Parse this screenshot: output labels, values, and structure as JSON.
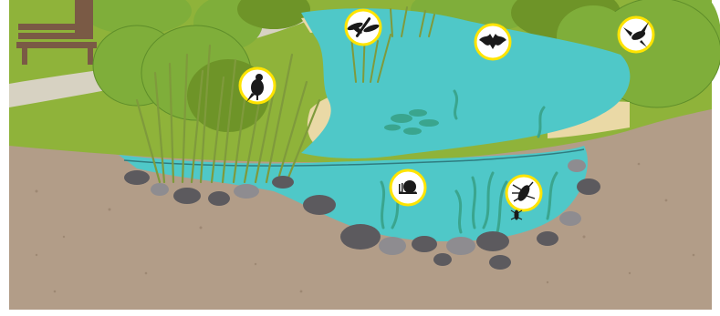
{
  "scene": {
    "colors": {
      "grass": "#8fb33a",
      "grass_dark": "#6e9428",
      "path": "#d7d2c2",
      "tree": "#7fae3a",
      "tree_dark": "#5f8e2a",
      "bench": "#7a5a45",
      "sand": "#ead9a6",
      "water": "#4fc8c8",
      "water_deep": "#3fb6b8",
      "soil": "#b29d88",
      "soil_dark": "#9d8873",
      "rock": "#5c5a5e",
      "rock_light": "#8e8c90",
      "reed": "#7f9a3c",
      "weed": "#3aa58e",
      "badge_ring": "#ffe400",
      "badge_fill": "#ffffff",
      "silhouette": "#1a1a1a"
    },
    "wildlife_badges": [
      {
        "name": "bird",
        "icon": "bird-silhouette"
      },
      {
        "name": "dragonfly",
        "icon": "dragonfly-silhouette"
      },
      {
        "name": "bat",
        "icon": "bat-silhouette"
      },
      {
        "name": "hummingbird",
        "icon": "hummingbird-silhouette"
      },
      {
        "name": "snail",
        "icon": "snail-silhouette"
      },
      {
        "name": "water-insect",
        "icon": "insect-larva-silhouette"
      }
    ]
  }
}
